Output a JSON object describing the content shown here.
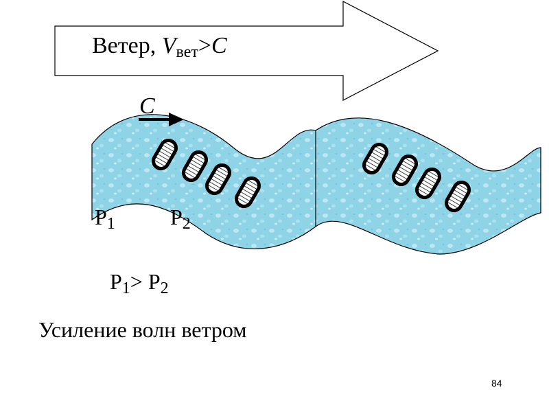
{
  "wind_arrow": {
    "text_prefix": "Ветер, ",
    "v_symbol": "V",
    "v_subscript": "вет",
    "relation": ">",
    "c_symbol": "C"
  },
  "wave_speed_label": "C",
  "pressure_labels": {
    "p1": {
      "symbol": "P",
      "index": "1"
    },
    "p2": {
      "symbol": "P",
      "index": "2"
    }
  },
  "pressure_relation": {
    "left_symbol": "P",
    "left_index": "1",
    "operator": "> ",
    "right_symbol": "P",
    "right_index": "2"
  },
  "caption": "Усиление волн ветром",
  "slide_number": "84",
  "colors": {
    "water": "#8fd3e6",
    "water_light": "#c6eef7",
    "outline": "#000000",
    "arrow_fill": "#ffffff"
  }
}
